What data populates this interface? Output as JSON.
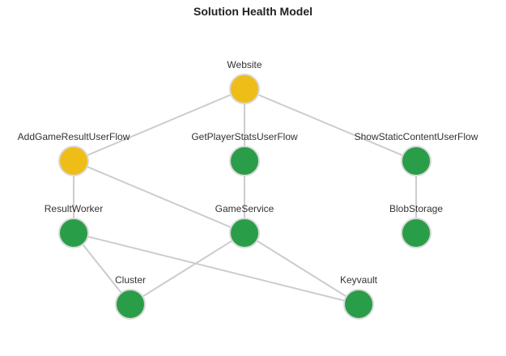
{
  "title": "Solution Health Model",
  "colors": {
    "healthy": "#2a9d48",
    "warning": "#efbd18",
    "edge": "#cccccc"
  },
  "nodes": [
    {
      "id": "website",
      "label": "Website",
      "status": "warning"
    },
    {
      "id": "addgame",
      "label": "AddGameResultUserFlow",
      "status": "warning"
    },
    {
      "id": "getplayer",
      "label": "GetPlayerStatsUserFlow",
      "status": "healthy"
    },
    {
      "id": "showstatic",
      "label": "ShowStaticContentUserFlow",
      "status": "healthy"
    },
    {
      "id": "resultworker",
      "label": "ResultWorker",
      "status": "healthy"
    },
    {
      "id": "gameservice",
      "label": "GameService",
      "status": "healthy"
    },
    {
      "id": "blobstorage",
      "label": "BlobStorage",
      "status": "healthy"
    },
    {
      "id": "cluster",
      "label": "Cluster",
      "status": "healthy"
    },
    {
      "id": "keyvault",
      "label": "Keyvault",
      "status": "healthy"
    }
  ],
  "edges": [
    {
      "from": "website",
      "to": "addgame"
    },
    {
      "from": "website",
      "to": "getplayer"
    },
    {
      "from": "website",
      "to": "showstatic"
    },
    {
      "from": "addgame",
      "to": "resultworker"
    },
    {
      "from": "addgame",
      "to": "gameservice"
    },
    {
      "from": "getplayer",
      "to": "gameservice"
    },
    {
      "from": "showstatic",
      "to": "blobstorage"
    },
    {
      "from": "resultworker",
      "to": "cluster"
    },
    {
      "from": "resultworker",
      "to": "keyvault"
    },
    {
      "from": "gameservice",
      "to": "cluster"
    },
    {
      "from": "gameservice",
      "to": "keyvault"
    }
  ]
}
